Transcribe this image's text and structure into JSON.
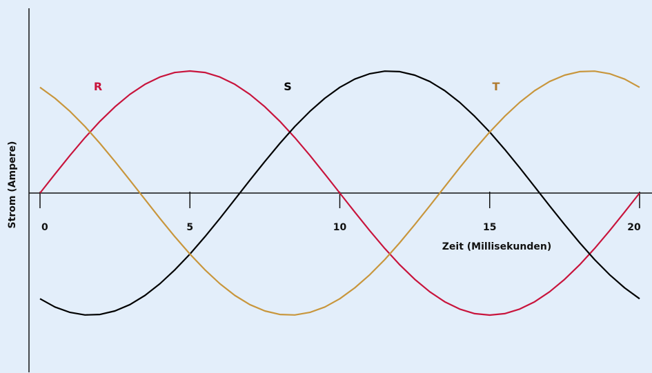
{
  "chart_data": {
    "type": "line",
    "xlabel": "Zeit (Millisekunden)",
    "ylabel": "Strom (Ampere)",
    "xlim": [
      0,
      20
    ],
    "ylim": [
      -1.1,
      1.1
    ],
    "x_ticks": [
      0,
      5,
      10,
      15,
      20
    ],
    "grid": false,
    "x": [
      0,
      0.5,
      1,
      1.5,
      2,
      2.5,
      3,
      3.5,
      4,
      4.5,
      5,
      5.5,
      6,
      6.5,
      7,
      7.5,
      8,
      8.5,
      9,
      9.5,
      10,
      10.5,
      11,
      11.5,
      12,
      12.5,
      13,
      13.5,
      14,
      14.5,
      15,
      15.5,
      16,
      16.5,
      17,
      17.5,
      18,
      18.5,
      19,
      19.5,
      20
    ],
    "series": [
      {
        "name": "R",
        "color": "#c8143c",
        "values": [
          0,
          0.156,
          0.309,
          0.454,
          0.588,
          0.707,
          0.809,
          0.891,
          0.951,
          0.988,
          1,
          0.988,
          0.951,
          0.891,
          0.809,
          0.707,
          0.588,
          0.454,
          0.309,
          0.156,
          0,
          -0.156,
          -0.309,
          -0.454,
          -0.588,
          -0.707,
          -0.809,
          -0.891,
          -0.951,
          -0.988,
          -1,
          -0.988,
          -0.951,
          -0.891,
          -0.809,
          -0.707,
          -0.588,
          -0.454,
          -0.309,
          -0.156,
          0
        ]
      },
      {
        "name": "S",
        "color": "#000000",
        "values": [
          -0.866,
          -0.934,
          -0.978,
          -0.999,
          -0.995,
          -0.966,
          -0.914,
          -0.839,
          -0.743,
          -0.629,
          -0.5,
          -0.358,
          -0.208,
          -0.052,
          0.105,
          0.259,
          0.407,
          0.545,
          0.669,
          0.777,
          0.866,
          0.934,
          0.978,
          0.999,
          0.995,
          0.966,
          0.914,
          0.839,
          0.743,
          0.629,
          0.5,
          0.358,
          0.208,
          0.052,
          -0.105,
          -0.259,
          -0.407,
          -0.545,
          -0.669,
          -0.777,
          -0.866
        ]
      },
      {
        "name": "T",
        "color": "#c8963c",
        "values": [
          0.866,
          0.777,
          0.669,
          0.545,
          0.407,
          0.259,
          0.105,
          -0.052,
          -0.208,
          -0.358,
          -0.5,
          -0.629,
          -0.743,
          -0.839,
          -0.914,
          -0.966,
          -0.995,
          -0.999,
          -0.978,
          -0.934,
          -0.866,
          -0.777,
          -0.669,
          -0.545,
          -0.407,
          -0.259,
          -0.105,
          0.052,
          0.208,
          0.358,
          0.5,
          0.629,
          0.743,
          0.839,
          0.914,
          0.966,
          0.995,
          0.999,
          0.978,
          0.934,
          0.866
        ]
      }
    ],
    "colors": {
      "background": "#e3eefa",
      "axis": "#111111"
    }
  }
}
